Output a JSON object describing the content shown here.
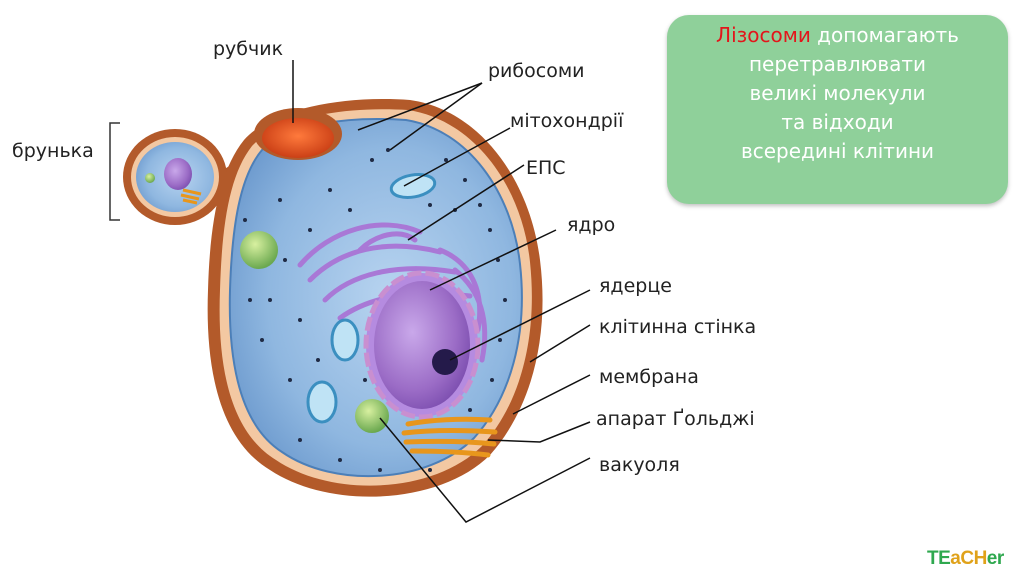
{
  "labels": {
    "rubchyk": "рубчик",
    "brunka": "брунька",
    "rybosomy": "рибосоми",
    "mitokhondrii": "мітохондрії",
    "eps": "ЕПС",
    "yadro": "ядро",
    "yaderce": "ядерце",
    "klitynna_stinka": "клітинна стінка",
    "membrana": "мембрана",
    "aparat_goldzhi": "апарат Ґольджі",
    "vakuolia": "вакуоля"
  },
  "callout": {
    "highlight": "Лізосоми",
    "line1_rest": " допомагають",
    "line2": "перетравлювати",
    "line3": "великі молекули",
    "line4": "та відходи",
    "line5": "всередині клітини"
  },
  "logo": {
    "part1": "TE",
    "part2": "aCH",
    "part3": "er"
  },
  "colors": {
    "callout_bg": "#8fd09a",
    "highlight": "#e3151b",
    "cell_wall": "#b35a2a",
    "cytoplasm": "#8fb7e0",
    "nucleus": "#9b6cc6"
  }
}
